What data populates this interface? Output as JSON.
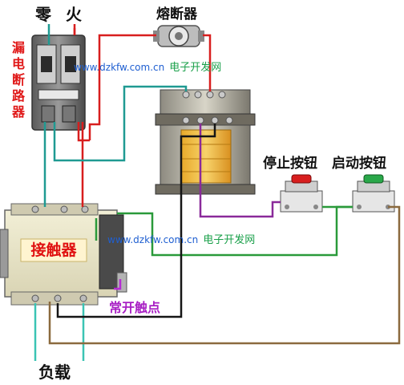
{
  "labels": {
    "neutral": "零",
    "live": "火",
    "fuse": "熔断器",
    "breaker_chars": [
      "漏",
      "电",
      "断",
      "路",
      "器"
    ],
    "stop_button": "停止按钮",
    "start_button": "启动按钮",
    "contactor": "接触器",
    "no_contact": "常开触点",
    "load": "负载"
  },
  "watermarks": [
    {
      "url": "www.dzkfw.com.cn",
      "name": "电子开发网"
    },
    {
      "url": "www.dzkfw.com.cn",
      "name": "电子开发网"
    }
  ],
  "colors": {
    "red_wire": "#d81e1e",
    "cyan_wire": "#1f9a92",
    "green_wire": "#2a9a3a",
    "purple_wire": "#8a2a9a",
    "black_wire": "#151515",
    "brown_wire": "#8b6a3e",
    "label_red": "#e01818",
    "watermark_url": "#1f5fd1",
    "watermark_name": "#1aa04a"
  }
}
